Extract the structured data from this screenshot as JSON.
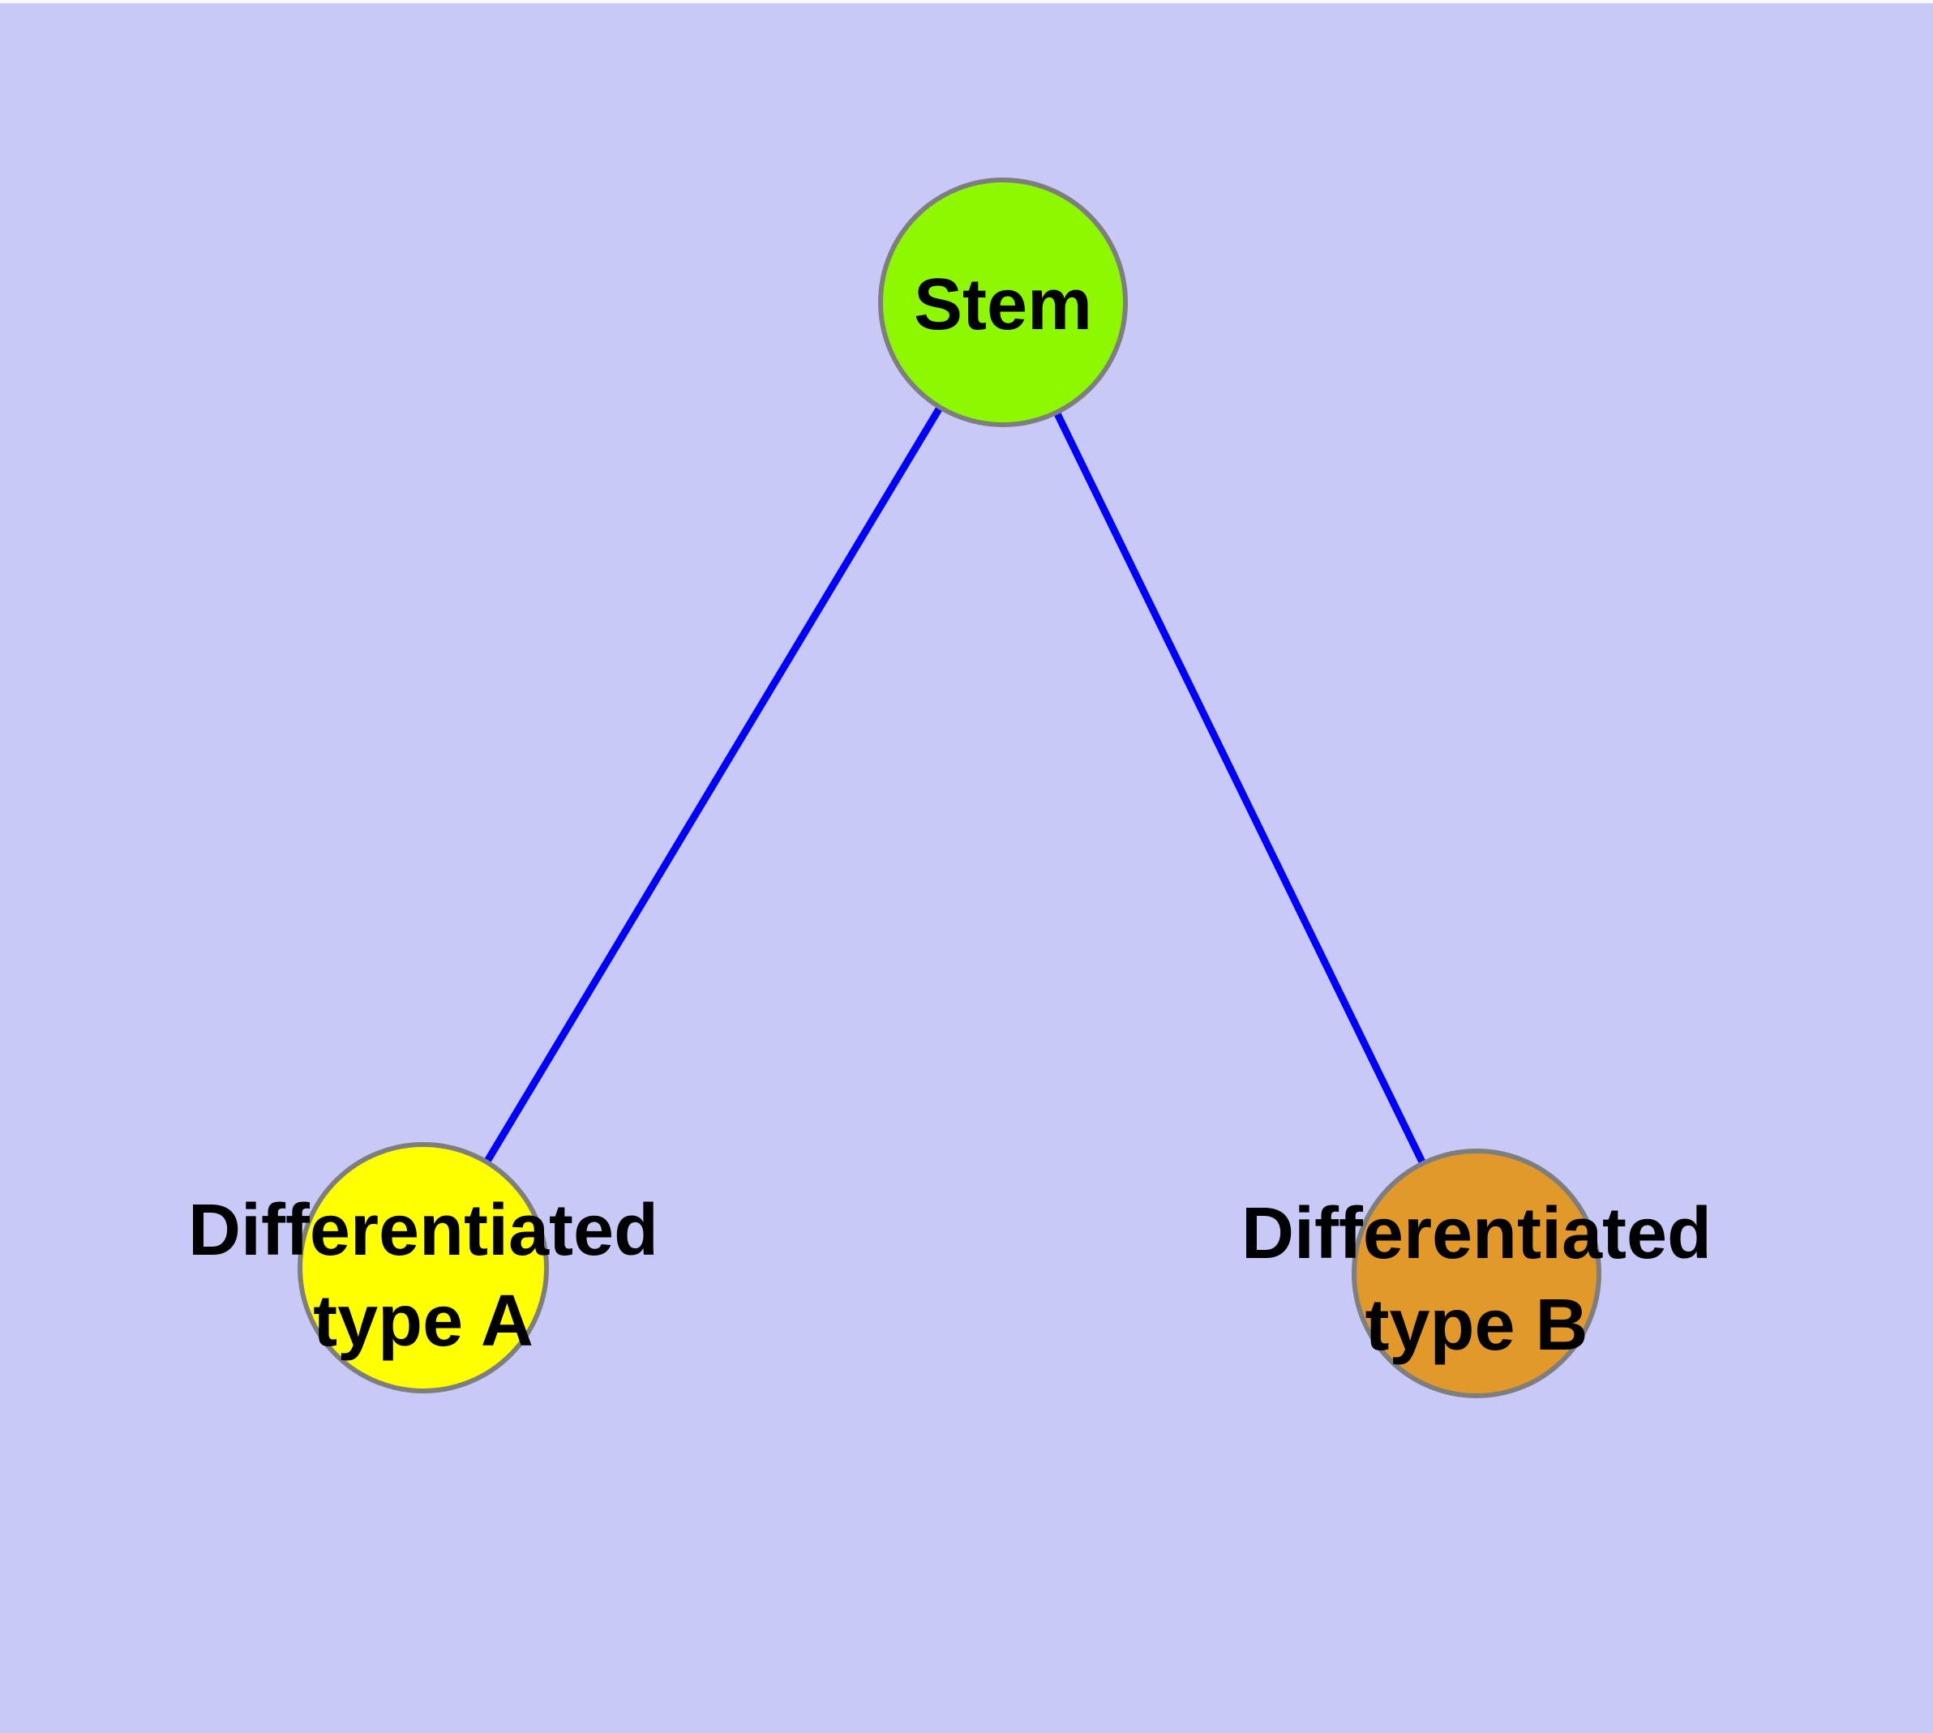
{
  "diagram": {
    "background_color": "#C9C9F8",
    "top_border_color": "#FBFBFE",
    "edge_color": "#0000FF",
    "node_border_color": "#7E7E7E",
    "text_color": "#000000",
    "nodes": {
      "stem": {
        "label": "Stem",
        "fill": "#8EF800"
      },
      "type_a": {
        "label_line1": "Differentiated",
        "label_line2": "type A",
        "fill": "#FFFF00"
      },
      "type_b": {
        "label_line1": "Differentiated",
        "label_line2": "type B",
        "fill": "#E2992A"
      }
    },
    "edges": [
      {
        "from": "Stem",
        "to": "Differentiated type A"
      },
      {
        "from": "Stem",
        "to": "Differentiated type B"
      }
    ]
  }
}
